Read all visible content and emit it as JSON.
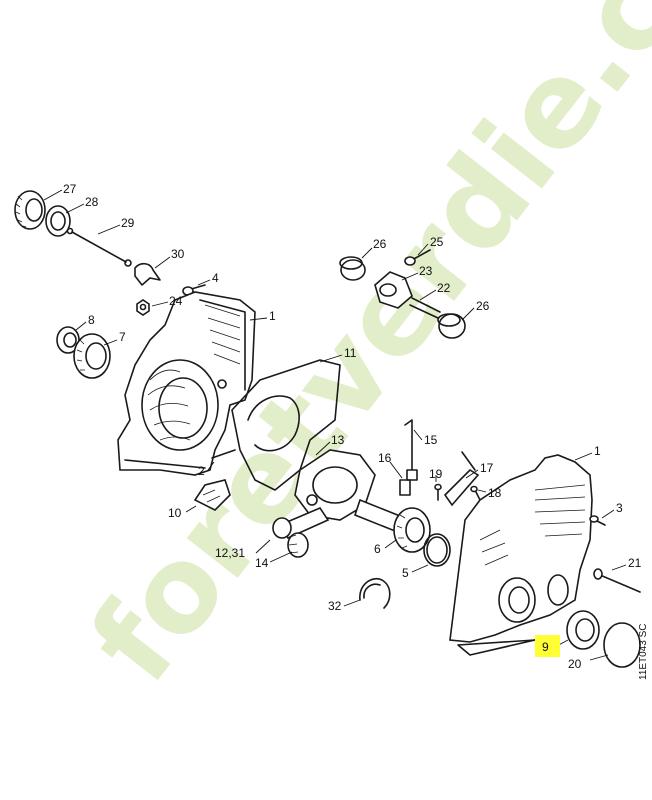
{
  "labels": {
    "l27": "27",
    "l28": "28",
    "l29": "29",
    "l30": "30",
    "l4": "4",
    "l24": "24",
    "l8": "8",
    "l7": "7",
    "l1a": "1",
    "l11": "11",
    "l26a": "26",
    "l25": "25",
    "l23": "23",
    "l22": "22",
    "l26b": "26",
    "l13": "13",
    "l15": "15",
    "l16": "16",
    "l17": "17",
    "l19": "19",
    "l18": "18",
    "l1b": "1",
    "l2": "2",
    "l10": "10",
    "l3": "3",
    "l12": "12,31",
    "l14": "14",
    "l6": "6",
    "l5": "5",
    "l21": "21",
    "l32": "32",
    "l9": "9",
    "l20": "20"
  },
  "highlight": {
    "label": "9",
    "color": "#ffff33"
  },
  "watermark": {
    "text": "foretverdie.com",
    "color": "#d9e8b8",
    "dot_color": "#f2d8c4"
  },
  "drawing_code": "11ET043 SC"
}
